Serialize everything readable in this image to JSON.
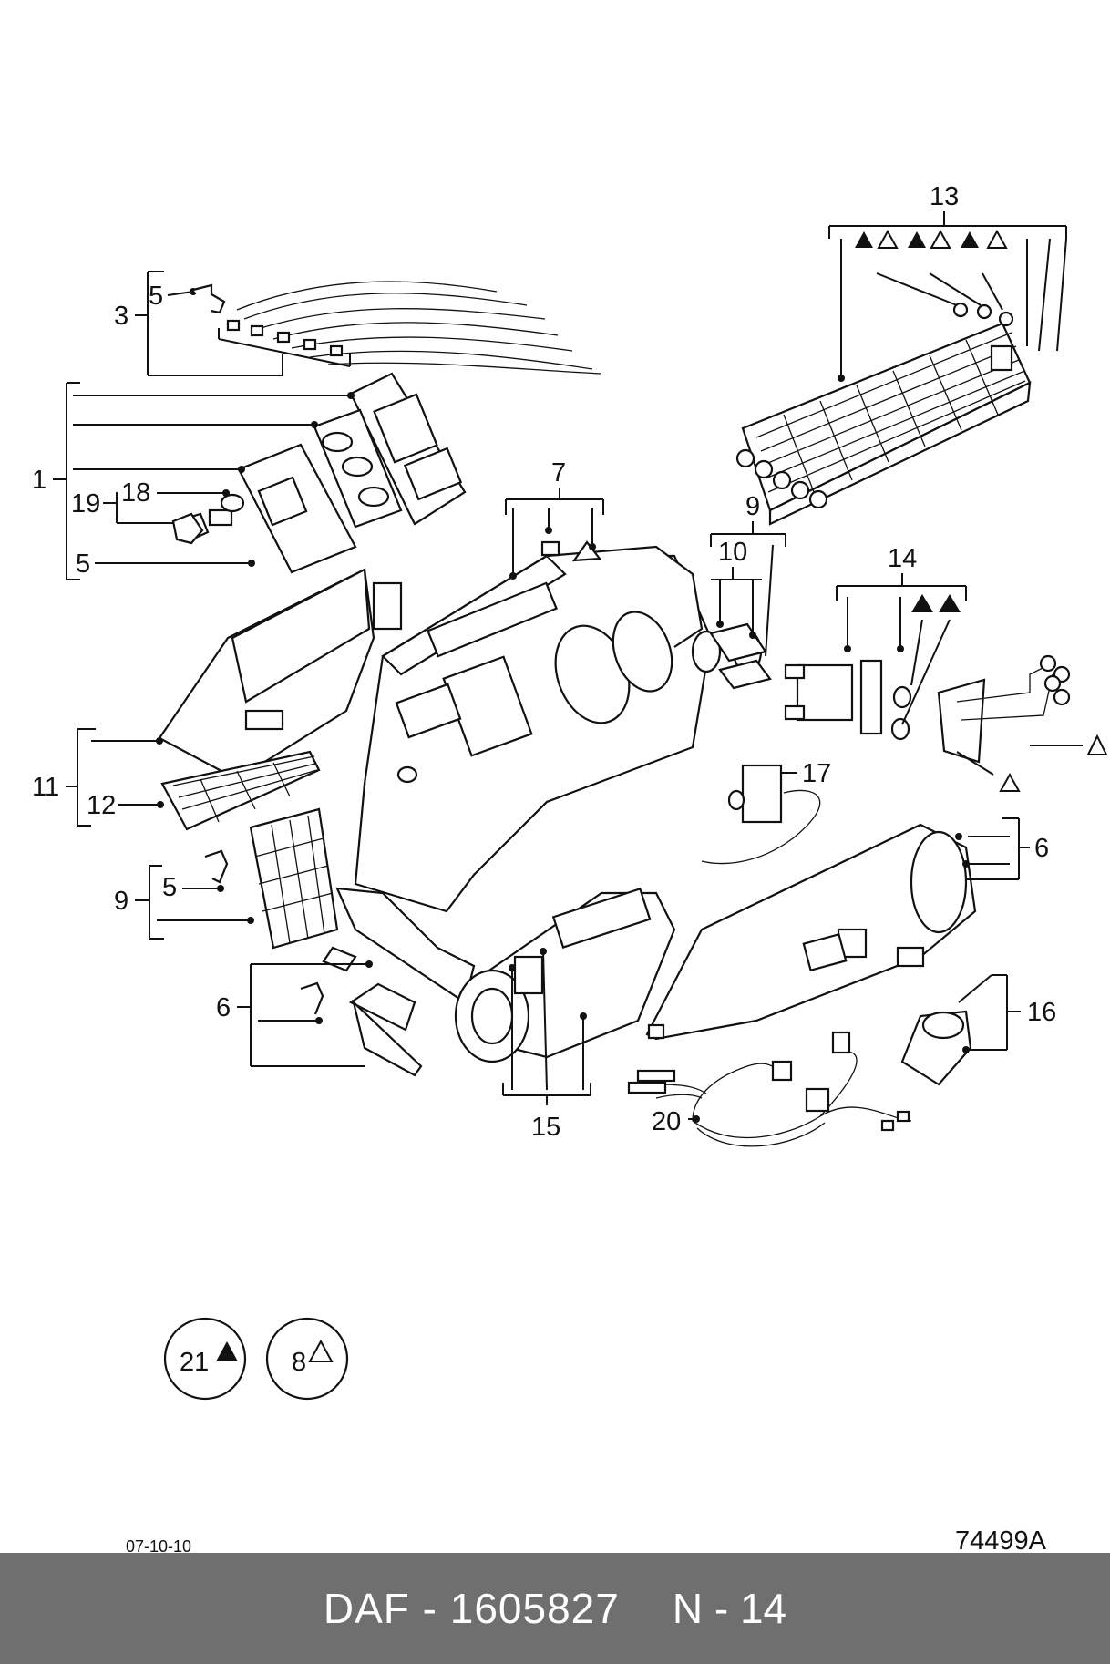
{
  "callouts": {
    "c1": "1",
    "c3": "3",
    "c5a": "5",
    "c5b": "5",
    "c5c": "5",
    "c6a": "6",
    "c6b": "6",
    "c7": "7",
    "c9a": "9",
    "c9b": "9",
    "c10": "10",
    "c11": "11",
    "c12": "12",
    "c13": "13",
    "c14": "14",
    "c15": "15",
    "c16": "16",
    "c17": "17",
    "c18": "18",
    "c19": "19",
    "c20": "20"
  },
  "legend": {
    "filled": {
      "number": "21",
      "symbol": "filled-triangle"
    },
    "open": {
      "number": "8",
      "symbol": "open-triangle"
    }
  },
  "date": "07-10-10",
  "drawing_number": "74499A",
  "footer": {
    "reference": "DAF - 1605827",
    "page": "N - 14"
  },
  "colors": {
    "footer_bg": "#6f6f6f",
    "footer_text": "#ffffff",
    "ink": "#111111"
  }
}
